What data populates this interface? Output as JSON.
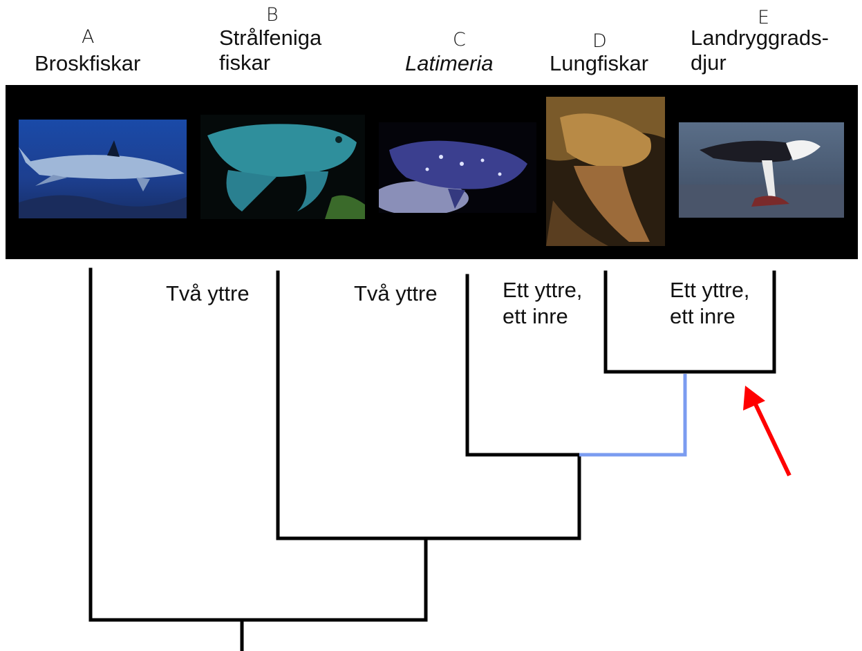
{
  "taxa": [
    {
      "letter": "A",
      "name": "Broskfiskar",
      "italic": false
    },
    {
      "letter": "B",
      "name_line1": "Strålfeniga",
      "name_line2": "fiskar",
      "italic": false
    },
    {
      "letter": "C",
      "name": "Latimeria",
      "italic": true
    },
    {
      "letter": "D",
      "name": "Lungfiskar",
      "italic": false
    },
    {
      "letter": "E",
      "name_line1": "Landryggrads-",
      "name_line2": "djur",
      "italic": false
    }
  ],
  "photos": [
    {
      "subject": "shark-photo"
    },
    {
      "subject": "ray-finned-fish-photo"
    },
    {
      "subject": "coelacanth-photo"
    },
    {
      "subject": "lungfish-photo"
    },
    {
      "subject": "eagle-photo"
    }
  ],
  "nostril_labels": {
    "b": "Två yttre",
    "c": "Två yttre",
    "d_line1": "Ett yttre,",
    "d_line2": "ett inre",
    "e_line1": "Ett yttre,",
    "e_line2": "ett inre"
  },
  "colors": {
    "branch": "#000000",
    "highlight_branch": "#7b9cf0",
    "arrow": "#ff0000"
  }
}
